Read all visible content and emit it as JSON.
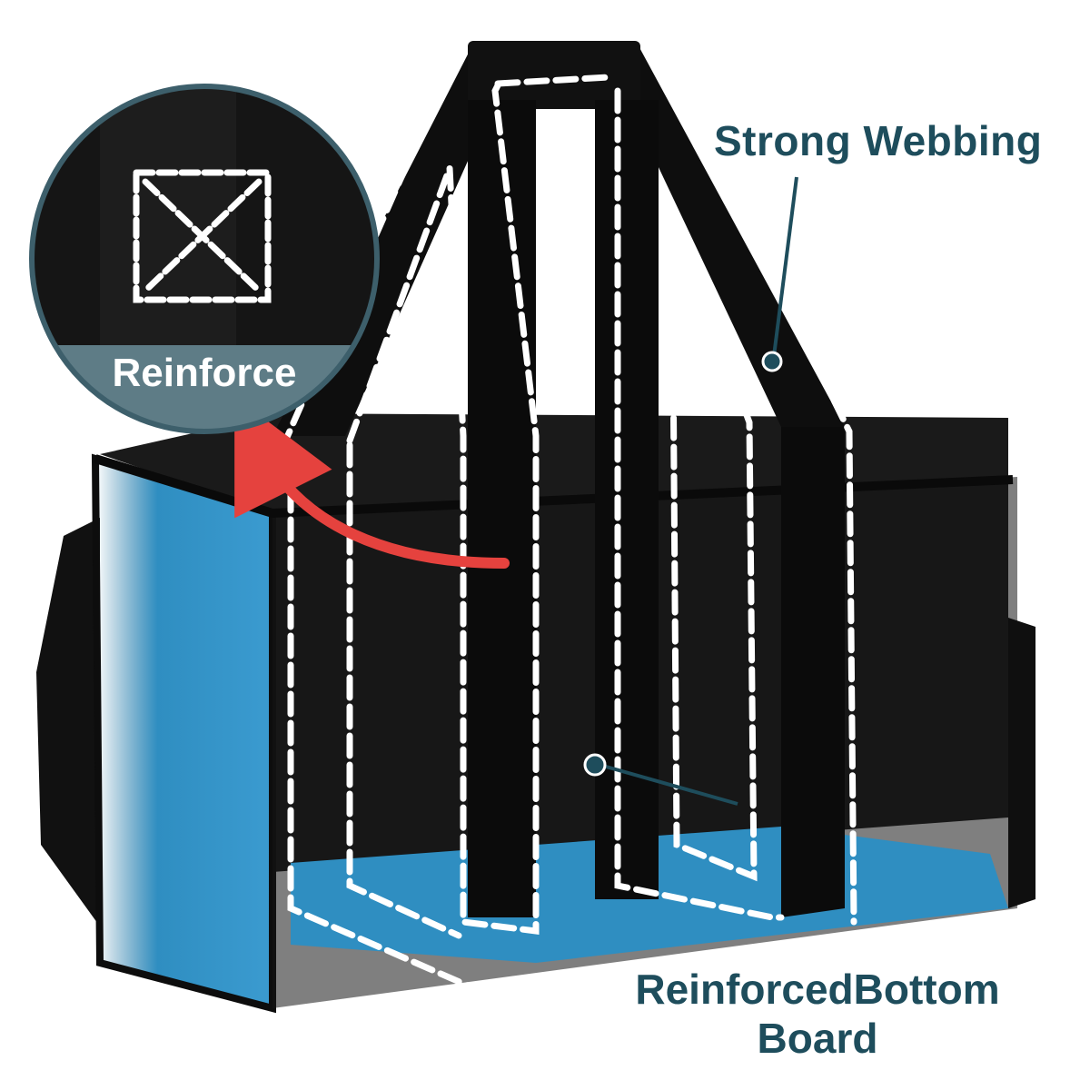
{
  "callouts": {
    "strong_webbing": "Strong Webbing",
    "reinforced_bottom_line1": "ReinforcedBottom",
    "reinforced_bottom_line2": "Board",
    "reinforce": "Reinforce"
  },
  "colors": {
    "accent_teal": "#1e4d5c",
    "panel_blue": "#2f8ec1",
    "bag_black": "#141414",
    "arrow_red": "#e5423e",
    "stitch_white": "#ffffff"
  },
  "icons": {
    "stitch": "reinforced-cross-stitch-icon",
    "arrow": "curved-arrow-icon"
  }
}
